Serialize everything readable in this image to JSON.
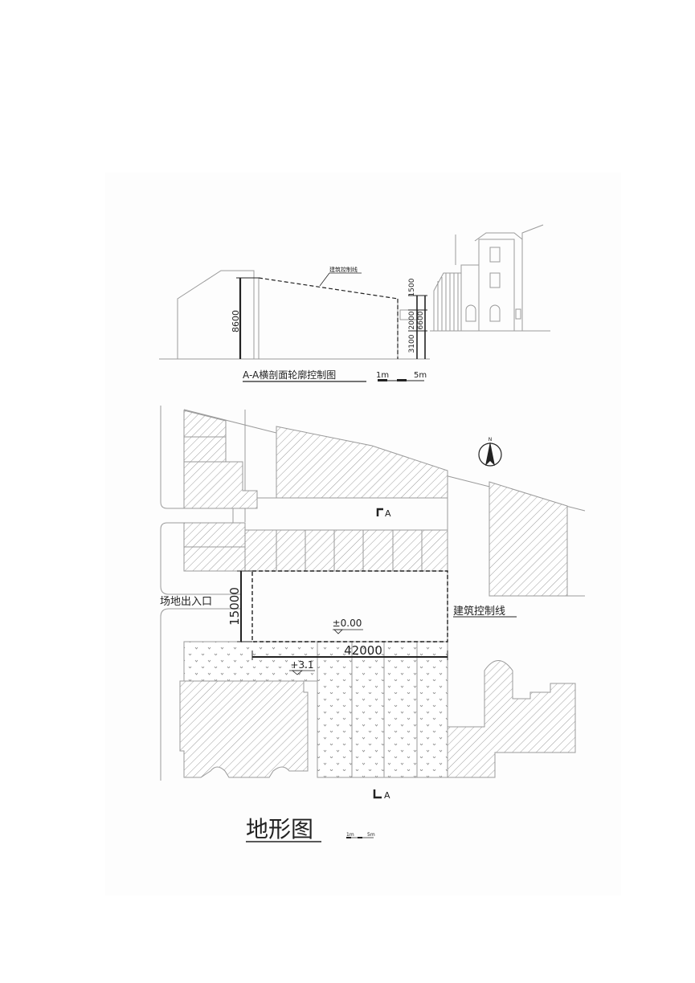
{
  "section": {
    "title": "A-A横剖面轮廓控制图",
    "scale_label_left": "1m",
    "scale_label_right": "5m",
    "control_line_label": "建筑控制线",
    "dim_8600": "8600",
    "dim_1500": "1500",
    "dim_2000": "2000",
    "dim_3100": "3100",
    "dim_6600": "6600"
  },
  "plan": {
    "title": "地形图",
    "scale_label_left": "1m",
    "scale_label_right": "5m",
    "north_label": "N",
    "section_marker_top": "A",
    "section_marker_bottom": "A",
    "entrance_label": "场地出入口",
    "control_line_label": "建筑控制线",
    "elevation_site": "±0.00",
    "elevation_lower": "+3.1",
    "dim_width": "42000",
    "dim_depth": "15000"
  },
  "colors": {
    "ink": "#222222",
    "line_gray": "#9a9a9a",
    "hatch": "#9e9e9e",
    "paper": "#ffffff",
    "sheet_bg": "#fdfdfd"
  }
}
